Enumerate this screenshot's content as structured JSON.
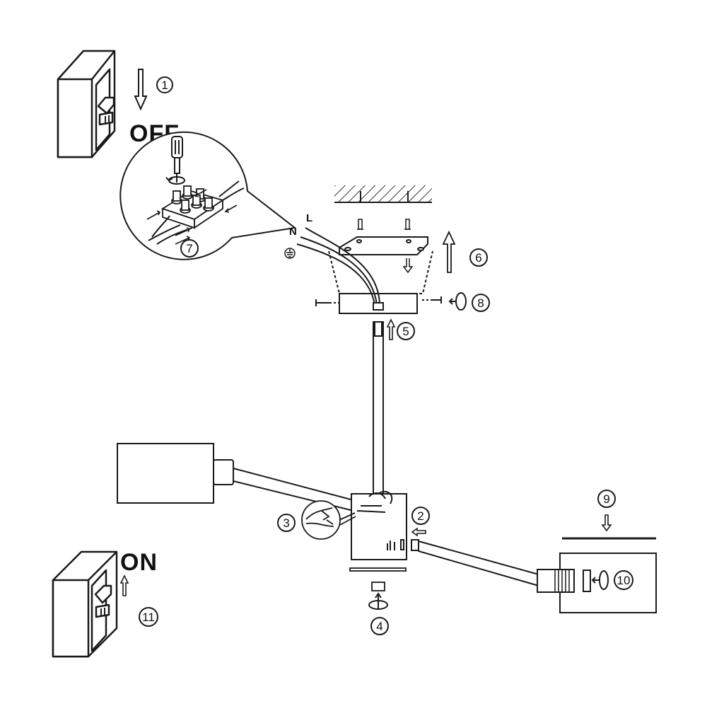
{
  "labels": {
    "off": "OFF",
    "on": "ON",
    "neutral": "N",
    "live": "L"
  },
  "steps": {
    "s1": "1",
    "s2": "2",
    "s3": "3",
    "s4": "4",
    "s5": "5",
    "s6": "6",
    "s7": "7",
    "s8": "8",
    "s9": "9",
    "s10": "10",
    "s11": "11"
  },
  "colors": {
    "line": "#1a1a1a",
    "fill": "#ffffff",
    "hatch": "#333333"
  }
}
